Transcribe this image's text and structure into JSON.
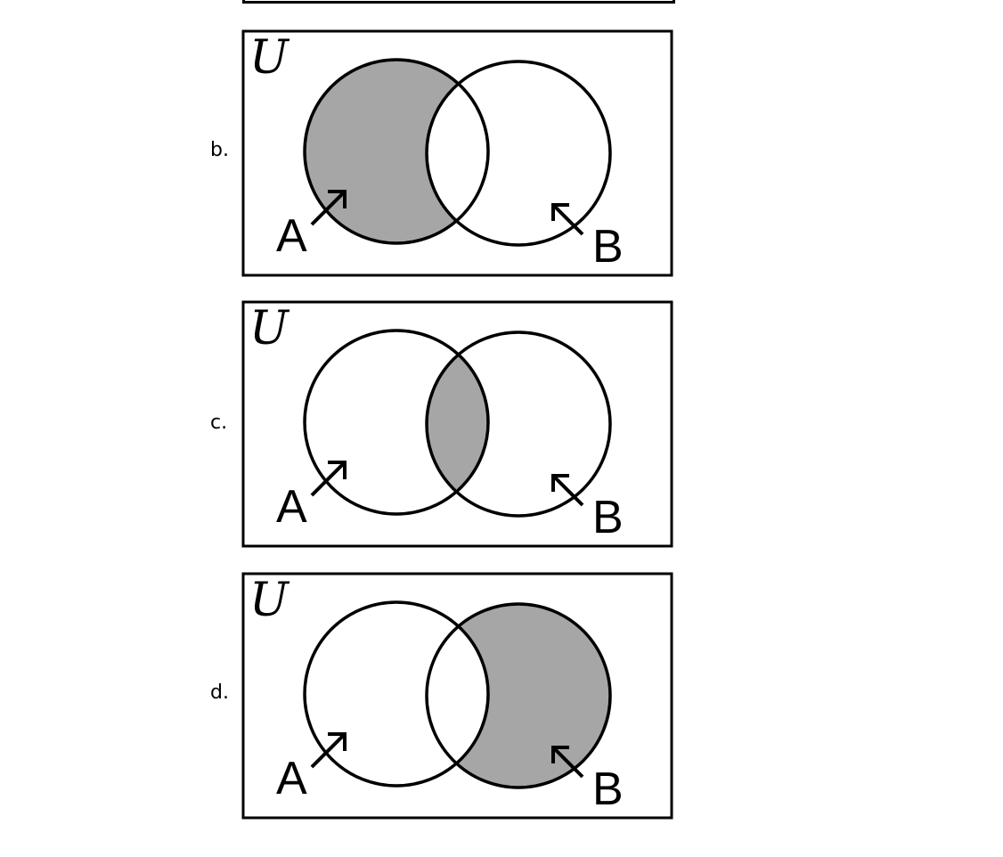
{
  "universe_symbol": "U",
  "set_a_label": "A",
  "set_b_label": "B",
  "colors": {
    "shade": "#a6a6a6",
    "stroke": "#000000",
    "background": "#ffffff"
  },
  "options": [
    {
      "label": "b.",
      "shaded_region": "A only (A minus B)"
    },
    {
      "label": "c.",
      "shaded_region": "A intersect B"
    },
    {
      "label": "d.",
      "shaded_region": "B only (B minus A)"
    }
  ]
}
